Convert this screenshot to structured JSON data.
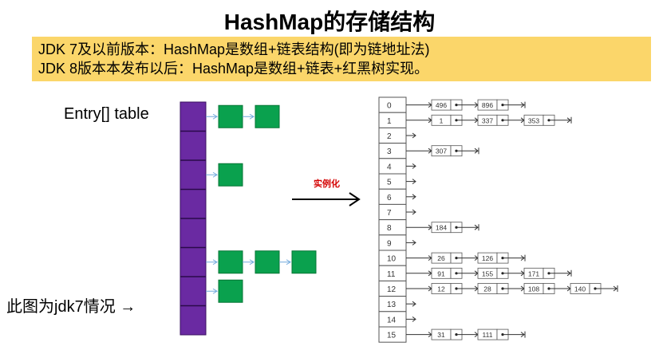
{
  "title": "HashMap的存储结构",
  "note": {
    "line1": "JDK 7及以前版本：HashMap是数组+链表结构(即为链地址法)",
    "line2": "JDK 8版本本发布以后：HashMap是数组+链表+红黑树实现。"
  },
  "left_diagram": {
    "table_label": "Entry[] table",
    "caption": "此图为jdk7情况 →",
    "array_color": "#6a2aa2",
    "node_color": "#0aa14e",
    "array_slots": 8,
    "chains": [
      {
        "slot": 0,
        "nodes": 2
      },
      {
        "slot": 2,
        "nodes": 1
      },
      {
        "slot": 5,
        "nodes": 3
      },
      {
        "slot": 6,
        "nodes": 1
      }
    ]
  },
  "arrow_label": "实例化",
  "right_diagram": {
    "buckets": [
      {
        "index": "0",
        "chain": [
          "496",
          "896"
        ]
      },
      {
        "index": "1",
        "chain": [
          "1",
          "337",
          "353"
        ]
      },
      {
        "index": "2",
        "chain": []
      },
      {
        "index": "3",
        "chain": [
          "307"
        ]
      },
      {
        "index": "4",
        "chain": []
      },
      {
        "index": "5",
        "chain": []
      },
      {
        "index": "6",
        "chain": []
      },
      {
        "index": "7",
        "chain": []
      },
      {
        "index": "8",
        "chain": [
          "184"
        ]
      },
      {
        "index": "9",
        "chain": []
      },
      {
        "index": "10",
        "chain": [
          "26",
          "126"
        ]
      },
      {
        "index": "11",
        "chain": [
          "91",
          "155",
          "171"
        ]
      },
      {
        "index": "12",
        "chain": [
          "12",
          "28",
          "108",
          "140"
        ]
      },
      {
        "index": "13",
        "chain": []
      },
      {
        "index": "14",
        "chain": []
      },
      {
        "index": "15",
        "chain": [
          "31",
          "111"
        ]
      }
    ]
  }
}
